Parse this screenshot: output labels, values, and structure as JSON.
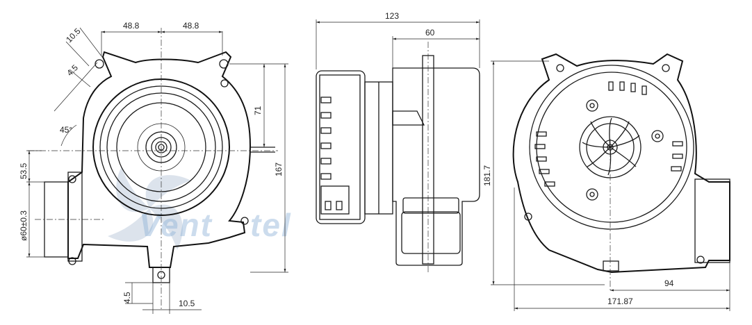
{
  "watermark": {
    "text": "Vent"
  },
  "front_view": {
    "dims": {
      "top_left": "48.8",
      "top_right": "48.8",
      "slot_width": "10.5",
      "slot_offset": "4.5",
      "angle": "45°",
      "right_upper": "71",
      "height": "167",
      "left_upper": "53.5",
      "outlet_diameter": "ø60±0.3",
      "bottom_offset": "4.5",
      "bottom_slot": "10.5"
    }
  },
  "side_view": {
    "dims": {
      "total_length": "123",
      "motor_length": "60"
    }
  },
  "rear_view": {
    "dims": {
      "height": "181.7",
      "outlet_offset": "94",
      "total_width": "171.87"
    }
  }
}
